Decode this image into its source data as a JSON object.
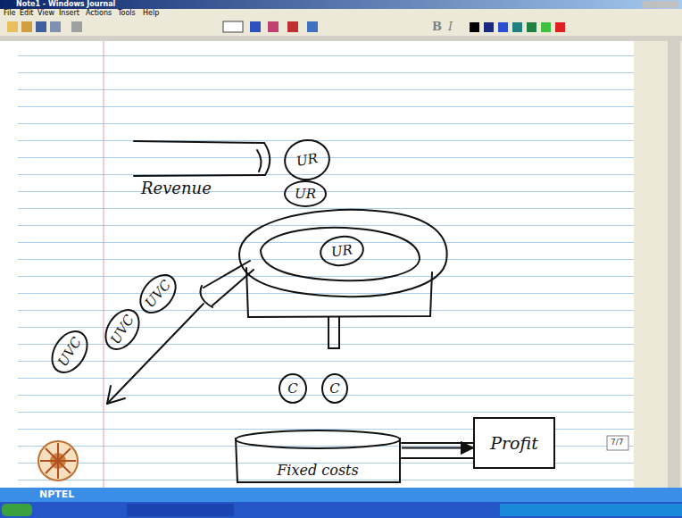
{
  "diagram": {
    "nodes": [
      {
        "text": [
          "UR"
        ]
      },
      {
        "text": [
          "UR"
        ]
      },
      {
        "text": [
          "UR"
        ]
      },
      {
        "text": [
          "UVC"
        ]
      },
      {
        "text": [
          "UVC"
        ]
      },
      {
        "text": [
          "UVC"
        ]
      },
      {
        "text": [
          "C"
        ]
      },
      {
        "text": [
          "C"
        ]
      },
      {
        "text": [
          "Fixed costs"
        ]
      },
      {
        "text": [
          "Profit"
        ]
      }
    ],
    "edges": [
      {
        "from": 8,
        "to": 9,
        "arrow": "to"
      }
    ],
    "labels": [
      "Note1 - Windows Journal",
      "File",
      "Edit",
      "View",
      "Insert",
      "Actions",
      "Tools",
      "Help",
      "B",
      "I",
      "Revenue",
      "7/7",
      "NPTEL"
    ]
  }
}
